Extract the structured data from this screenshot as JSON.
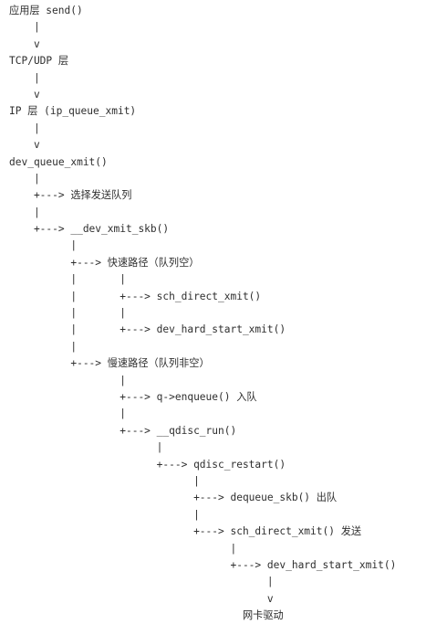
{
  "code_lines": [
    "应用层 send()",
    "    |",
    "    v",
    "TCP/UDP 层",
    "    |",
    "    v",
    "IP 层 (ip_queue_xmit)",
    "    |",
    "    v",
    "dev_queue_xmit()",
    "    |",
    "    +---> 选择发送队列",
    "    |",
    "    +---> __dev_xmit_skb()",
    "          |",
    "          +---> 快速路径（队列空）",
    "          |       |",
    "          |       +---> sch_direct_xmit()",
    "          |       |",
    "          |       +---> dev_hard_start_xmit()",
    "          |",
    "          +---> 慢速路径（队列非空）",
    "                  |",
    "                  +---> q->enqueue() 入队",
    "                  |",
    "                  +---> __qdisc_run()",
    "                        |",
    "                        +---> qdisc_restart()",
    "                              |",
    "                              +---> dequeue_skb() 出队",
    "                              |",
    "                              +---> sch_direct_xmit() 发送",
    "                                    |",
    "                                    +---> dev_hard_start_xmit()",
    "                                          |",
    "                                          v",
    "                                      网卡驱动"
  ]
}
